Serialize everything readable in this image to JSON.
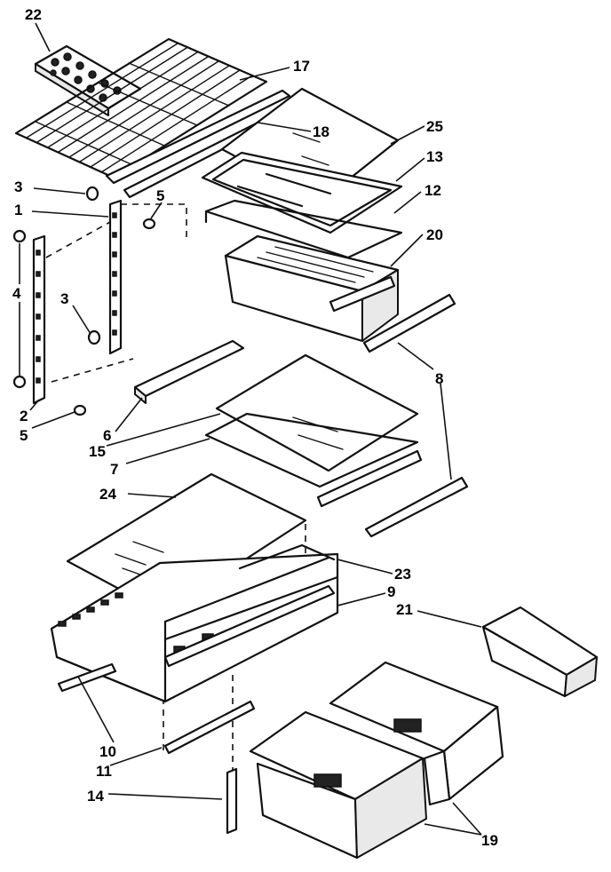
{
  "callouts": [
    {
      "id": "22",
      "text": "22"
    },
    {
      "id": "17",
      "text": "17"
    },
    {
      "id": "18",
      "text": "18"
    },
    {
      "id": "25",
      "text": "25"
    },
    {
      "id": "13",
      "text": "13"
    },
    {
      "id": "12",
      "text": "12"
    },
    {
      "id": "20",
      "text": "20"
    },
    {
      "id": "3a",
      "text": "3"
    },
    {
      "id": "1",
      "text": "1"
    },
    {
      "id": "5a",
      "text": "5"
    },
    {
      "id": "4",
      "text": "4"
    },
    {
      "id": "3b",
      "text": "3"
    },
    {
      "id": "2",
      "text": "2"
    },
    {
      "id": "5b",
      "text": "5"
    },
    {
      "id": "8",
      "text": "8"
    },
    {
      "id": "6",
      "text": "6"
    },
    {
      "id": "15",
      "text": "15"
    },
    {
      "id": "7",
      "text": "7"
    },
    {
      "id": "24",
      "text": "24"
    },
    {
      "id": "23",
      "text": "23"
    },
    {
      "id": "9",
      "text": "9"
    },
    {
      "id": "21",
      "text": "21"
    },
    {
      "id": "10",
      "text": "10"
    },
    {
      "id": "11",
      "text": "11"
    },
    {
      "id": "14",
      "text": "14"
    },
    {
      "id": "19",
      "text": "19"
    }
  ]
}
